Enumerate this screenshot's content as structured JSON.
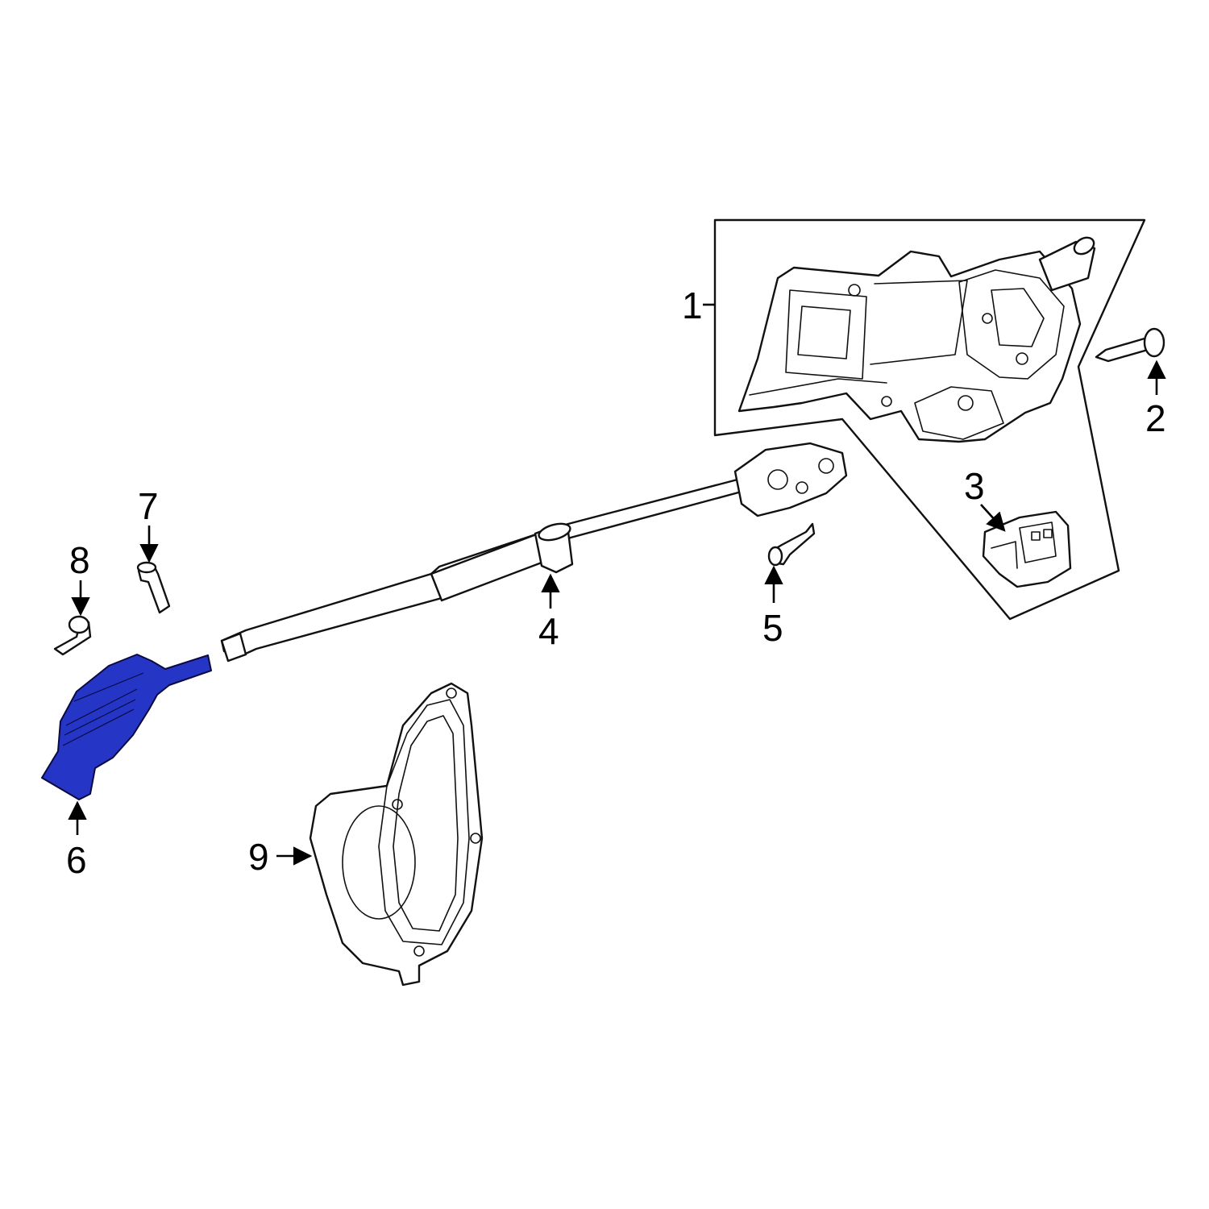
{
  "highlight_color": "#2536c6",
  "callouts": [
    {
      "number": "1",
      "part": "steering-column-assembly"
    },
    {
      "number": "2",
      "part": "bolt"
    },
    {
      "number": "3",
      "part": "switch-module"
    },
    {
      "number": "4",
      "part": "intermediate-shaft"
    },
    {
      "number": "5",
      "part": "stud"
    },
    {
      "number": "6",
      "part": "lower-shaft-joint"
    },
    {
      "number": "7",
      "part": "stud"
    },
    {
      "number": "8",
      "part": "bolt"
    },
    {
      "number": "9",
      "part": "boot-seal"
    }
  ]
}
